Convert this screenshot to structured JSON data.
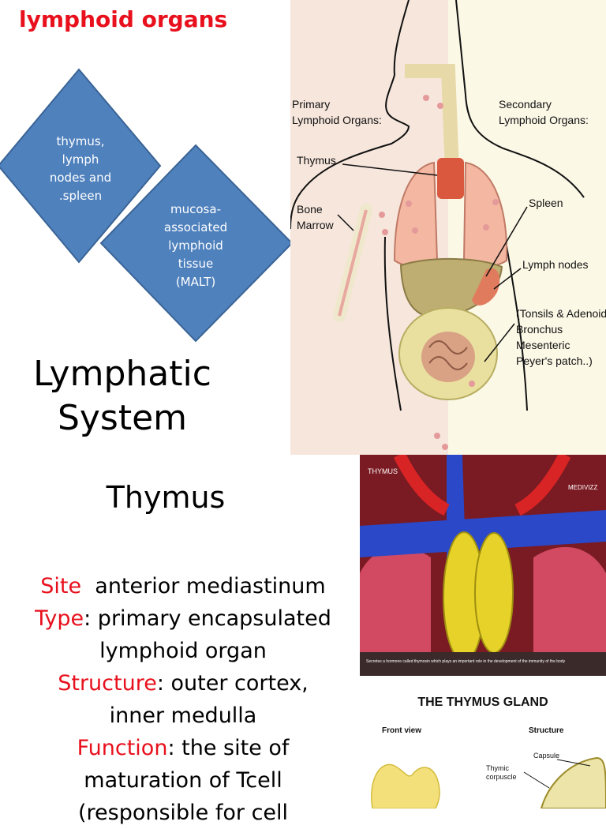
{
  "heading": "lymphoid organs",
  "diamonds": [
    {
      "lines": [
        "thymus,",
        "lymph",
        "nodes and",
        ".spleen"
      ]
    },
    {
      "lines": [
        "mucosa-",
        "associated",
        "lymphoid",
        "tissue",
        "(MALT)"
      ]
    }
  ],
  "lymphatic_title": [
    "Lymphatic",
    "System"
  ],
  "anatomy": {
    "primary_label": [
      "Primary",
      "Lymphoid Organs:"
    ],
    "secondary_label": [
      "Secondary",
      "Lymphoid Organs:"
    ],
    "thymus": "Thymus",
    "bone_marrow": [
      "Bone",
      "Marrow"
    ],
    "spleen": "Spleen",
    "lymph_nodes": "Lymph nodes",
    "extra": [
      "(Tonsils & Adenoids",
      "Bronchus",
      "Mesenteric",
      "Peyer's patch..)"
    ]
  },
  "thymus_heading": "Thymus",
  "facts": {
    "site_label": "Site",
    "site_value": "  anterior mediastinum",
    "type_label": "Type",
    "type_value_1": ": primary encapsulated",
    "type_value_2": "lymphoid organ",
    "structure_label": "Structure",
    "structure_value_1": ": outer cortex,",
    "structure_value_2": "inner medulla",
    "function_label": "Function",
    "function_value_1": ": the site of",
    "function_value_2": "maturation of Tcell",
    "function_value_3": "(responsible for cell"
  },
  "photo": {
    "tag": "THYMUS",
    "brand": "MEDIVIZZ",
    "caption": "Secretes a hormone called thymosin which plays an important role in the development of the immunity of the body"
  },
  "gland": {
    "title": "THE THYMUS GLAND",
    "front_view": "Front view",
    "structure": "Structure",
    "capsule": "Capsule",
    "thymic_corpuscle": [
      "Thymic",
      "corpuscle"
    ]
  },
  "colors": {
    "red_accent": "#e8101c",
    "diamond_fill": "#4f81bd",
    "diamond_stroke": "#3a6496"
  }
}
